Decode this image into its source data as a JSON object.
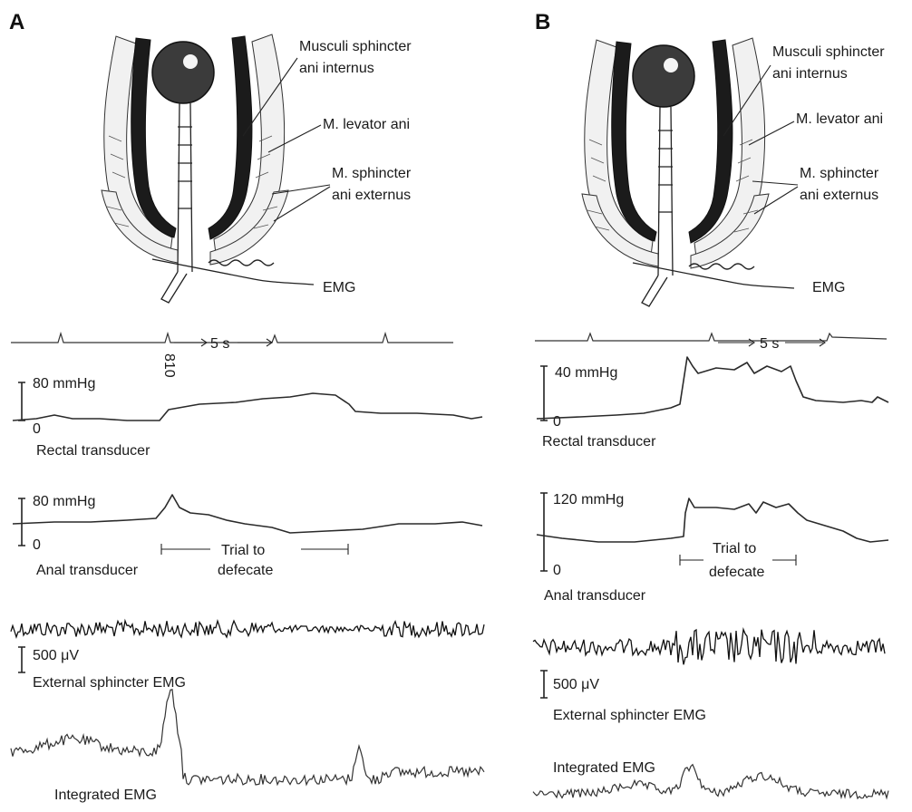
{
  "panels": [
    {
      "id": "A",
      "letter": "A",
      "anatomy_labels": {
        "internal_sphincter": [
          "Musculi sphincter",
          "ani internus"
        ],
        "levator": "M. levator ani",
        "external_sphincter": [
          "M. sphincter",
          "ani externus"
        ],
        "emg": "EMG"
      },
      "timer": {
        "interval": "5 s",
        "mark_number": "810"
      },
      "rectal": {
        "scale": "80 mmHg",
        "zero": "0",
        "label": "Rectal transducer"
      },
      "anal": {
        "scale": "80 mmHg",
        "zero": "0",
        "label": "Anal transducer",
        "trial": [
          "Trial to",
          "defecate"
        ]
      },
      "emg_scale": "500 μV",
      "external_emg_label": "External sphincter EMG",
      "integrated_emg_label": "Integrated EMG"
    },
    {
      "id": "B",
      "letter": "B",
      "anatomy_labels": {
        "internal_sphincter": [
          "Musculi sphincter",
          "ani internus"
        ],
        "levator": "M. levator ani",
        "external_sphincter": [
          "M. sphincter",
          "ani externus"
        ],
        "emg": "EMG"
      },
      "timer": {
        "interval": "5 s"
      },
      "rectal": {
        "scale": "40 mmHg",
        "zero": "0",
        "label": "Rectal transducer"
      },
      "anal": {
        "scale": "120 mmHg",
        "zero": "0",
        "label": "Anal transducer",
        "trial": [
          "Trial to",
          "defecate"
        ]
      },
      "emg_scale": "500 μV",
      "external_emg_label": "External sphincter EMG",
      "integrated_emg_label": "Integrated EMG"
    }
  ]
}
